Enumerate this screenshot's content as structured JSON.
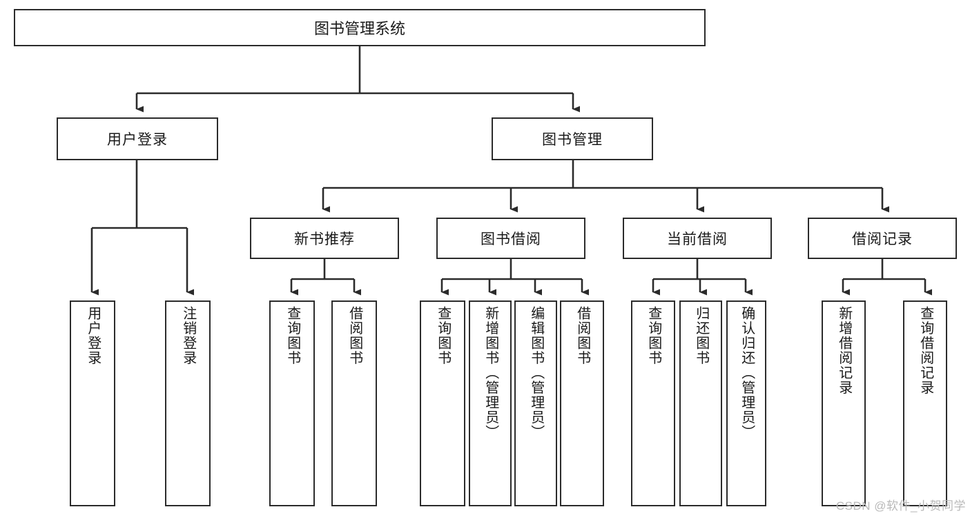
{
  "diagram": {
    "type": "tree",
    "title": "图书管理系统",
    "watermark": "CSDN @软件_小贺同学",
    "colors": {
      "stroke": "#2b2b2b",
      "fill": "#ffffff",
      "text": "#1a1a1a",
      "watermark": "#b9b9b9"
    },
    "root": {
      "label": "图书管理系统"
    },
    "level2": [
      {
        "label": "用户登录"
      },
      {
        "label": "图书管理"
      }
    ],
    "level3": [
      {
        "label": "新书推荐"
      },
      {
        "label": "图书借阅"
      },
      {
        "label": "当前借阅"
      },
      {
        "label": "借阅记录"
      }
    ],
    "leaves": [
      {
        "label": "用户登录",
        "parent": "用户登录"
      },
      {
        "label": "注销登录",
        "parent": "用户登录"
      },
      {
        "label": "查询图书",
        "parent": "新书推荐"
      },
      {
        "label": "借阅图书",
        "parent": "新书推荐"
      },
      {
        "label": "查询图书",
        "parent": "图书借阅"
      },
      {
        "label": "新增图书（管理员）",
        "parent": "图书借阅"
      },
      {
        "label": "编辑图书（管理员）",
        "parent": "图书借阅"
      },
      {
        "label": "借阅图书",
        "parent": "图书借阅"
      },
      {
        "label": "查询图书",
        "parent": "当前借阅"
      },
      {
        "label": "归还图书",
        "parent": "当前借阅"
      },
      {
        "label": "确认归还（管理员）",
        "parent": "当前借阅"
      },
      {
        "label": "新增借阅记录",
        "parent": "借阅记录"
      },
      {
        "label": "查询借阅记录",
        "parent": "借阅记录"
      }
    ]
  }
}
